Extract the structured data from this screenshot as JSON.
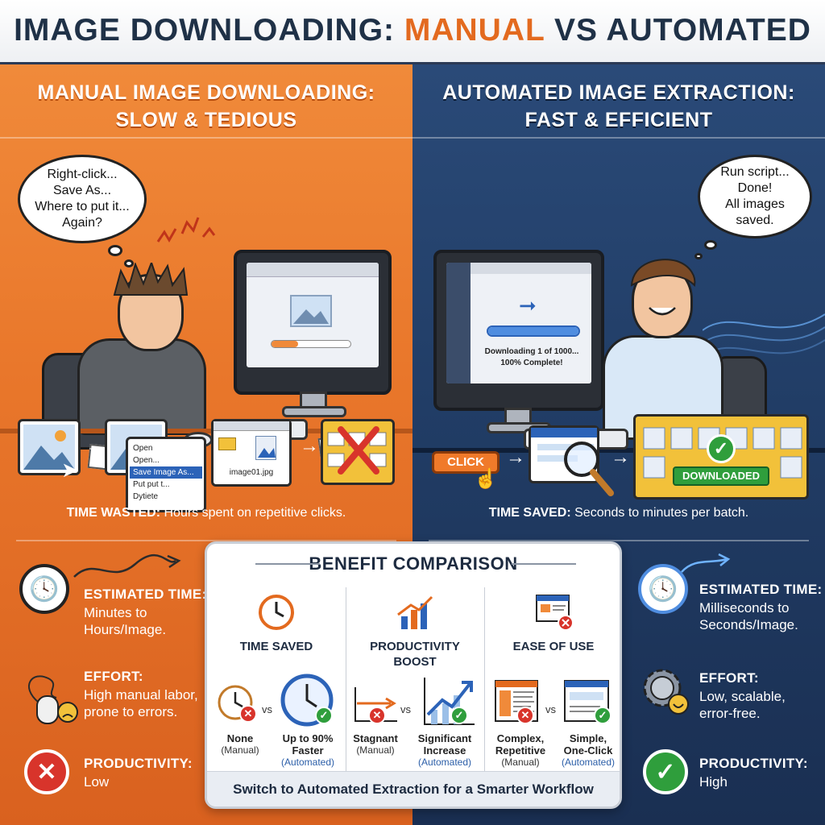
{
  "header": {
    "title_start": "IMAGE DOWNLOADING: ",
    "title_accent": "MANUAL",
    "title_end": " VS AUTOMATED"
  },
  "left": {
    "heading_line1": "MANUAL IMAGE DOWNLOADING:",
    "heading_line2": "SLOW & TEDIOUS",
    "thought": [
      "Right-click...",
      "Save As...",
      "Where to put it...",
      "Again?"
    ],
    "context_menu": [
      "Open",
      "Open...",
      "Save Image As...",
      "Put put t...",
      "Dytiete"
    ],
    "file_name": "image01.jpg",
    "time_label": "TIME WASTED:",
    "time_text": "Hours spent on repetitive clicks.",
    "stats": [
      {
        "label": "ESTIMATED TIME:",
        "text_line1": "Minutes to",
        "text_line2": "Hours/Image."
      },
      {
        "label": "EFFORT:",
        "text_line1": "High manual labor,",
        "text_line2": "prone to errors."
      },
      {
        "label": "PRODUCTIVITY:",
        "text_line1": "Low",
        "text_line2": ""
      }
    ]
  },
  "right": {
    "heading_line1": "AUTOMATED IMAGE EXTRACTION:",
    "heading_line2": "FAST & EFFICIENT",
    "thought": [
      "Run script...",
      "Done!",
      "All images",
      "saved."
    ],
    "screen_text_line1": "Downloading 1 of 1000...",
    "screen_text_line2": "100% Complete!",
    "click_label": "CLICK",
    "downloaded_label": "DOWNLOADED",
    "time_label": "TIME SAVED:",
    "time_text": "Seconds to minutes per batch.",
    "stats": [
      {
        "label": "ESTIMATED TIME:",
        "text_line1": "Milliseconds to",
        "text_line2": "Seconds/Image."
      },
      {
        "label": "EFFORT:",
        "text_line1": "Low, scalable,",
        "text_line2": "error-free."
      },
      {
        "label": "PRODUCTIVITY:",
        "text_line1": "High",
        "text_line2": ""
      }
    ]
  },
  "comparison": {
    "title": "BENEFIT COMPARISON",
    "columns": [
      {
        "head_line1": "TIME SAVED",
        "head_line2": "",
        "left_label": "None",
        "left_sub": "(Manual)",
        "right_label_line1": "Up to 90%",
        "right_label_line2": "Faster",
        "right_sub": "(Automated)"
      },
      {
        "head_line1": "PRODUCTIVITY",
        "head_line2": "BOOST",
        "left_label": "Stagnant",
        "left_sub": "(Manual)",
        "right_label_line1": "Significant",
        "right_label_line2": "Increase",
        "right_sub": "(Automated)"
      },
      {
        "head_line1": "EASE OF USE",
        "head_line2": "",
        "left_label": "Complex,",
        "left_label_line2": "Repetitive",
        "left_sub": "(Manual)",
        "right_label_line1": "Simple,",
        "right_label_line2": "One-Click",
        "right_sub": "(Automated)"
      }
    ],
    "vs": "vs",
    "cta": "Switch to Automated Extraction for a Smarter Workflow"
  },
  "colors": {
    "accent_orange": "#e36a1f",
    "navy": "#1f3147",
    "success_green": "#2f9e3c",
    "error_red": "#d8342b"
  }
}
